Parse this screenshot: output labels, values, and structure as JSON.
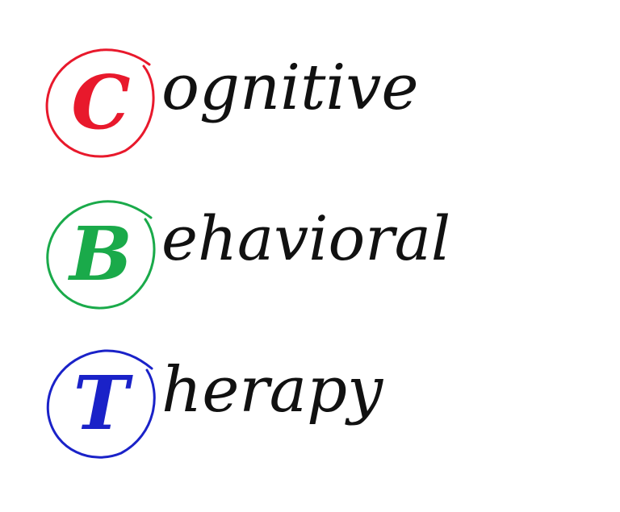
{
  "letters": [
    {
      "initial": "C",
      "rest": "ognitive",
      "color": "#e8192c"
    },
    {
      "initial": "B",
      "rest": "ehavioral",
      "color": "#1aaa4a"
    },
    {
      "initial": "T",
      "rest": "herapy",
      "color": "#1a22c8"
    }
  ],
  "text_color": "#111111",
  "background": "#ffffff"
}
